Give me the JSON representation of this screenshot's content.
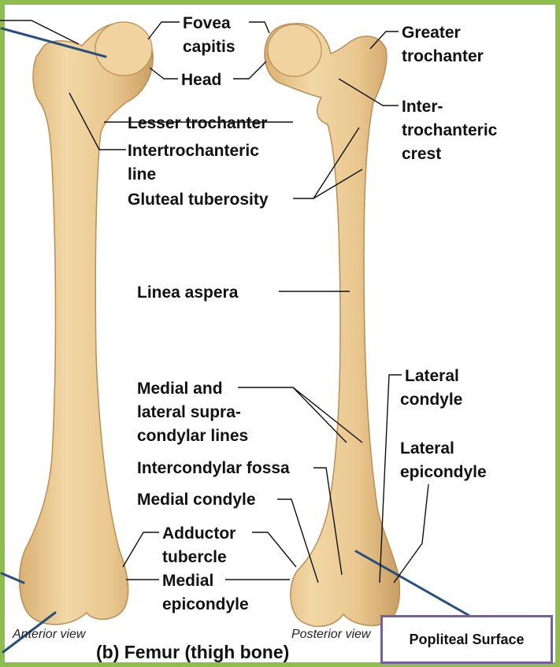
{
  "labels": {
    "fovea_capitis_1": "Fovea",
    "fovea_capitis_2": "capitis",
    "head": "Head",
    "greater_trochanter_1": "Greater",
    "greater_trochanter_2": "trochanter",
    "intertrochanteric_crest_1": "Inter-",
    "intertrochanteric_crest_2": "trochanteric",
    "intertrochanteric_crest_3": "crest",
    "lesser_trochanter": "Lesser trochanter",
    "intertrochanteric_line_1": "Intertrochanteric",
    "intertrochanteric_line_2": "line",
    "gluteal_tuberosity": "Gluteal tuberosity",
    "linea_aspera": "Linea aspera",
    "supracondylar_1": "Medial and",
    "supracondylar_2": "lateral supra-",
    "supracondylar_3": "condylar lines",
    "lateral_condyle_1": "Lateral",
    "lateral_condyle_2": "condyle",
    "lateral_epicondyle_1": "Lateral",
    "lateral_epicondyle_2": "epicondyle",
    "intercondylar_fossa": "Intercondylar fossa",
    "medial_condyle": "Medial condyle",
    "adductor_tubercle_1": "Adductor",
    "adductor_tubercle_2": "tubercle",
    "medial_epicondyle_1": "Medial",
    "medial_epicondyle_2": "epicondyle",
    "anterior_view": "Anterior view",
    "posterior_view": "Posterior view",
    "caption": "(b) Femur (thigh bone)"
  },
  "annotation_box": {
    "text": "Popliteal Surface"
  },
  "colors": {
    "frame": "#8fbe4e",
    "bone": "#e7c48c",
    "bone_light": "#f3dcae",
    "bone_shadow": "#c9a064",
    "annotation_line": "#27507e",
    "annotation_box_border": "#7b5aa6"
  }
}
